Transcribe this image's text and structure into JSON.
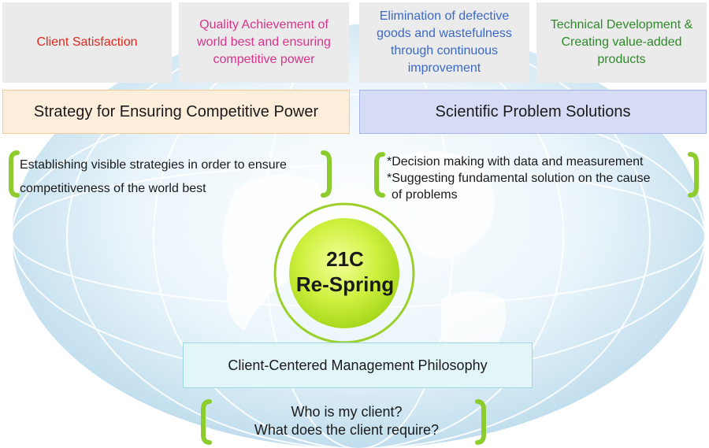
{
  "goals": [
    {
      "label": "Client Satisfaction",
      "color": "#e0281e"
    },
    {
      "label": "Quality Achievement of world best and ensuring competitive power",
      "color": "#d6338a"
    },
    {
      "label": "Elimination of defective goods and wastefulness through continuous improvement",
      "color": "#3a68c8"
    },
    {
      "label": "Technical Development & Creating value-added products",
      "color": "#2f8a2a"
    }
  ],
  "strategy": {
    "title": "Strategy for Ensuring Competitive Power",
    "line1": "Establishing visible strategies in order to ensure",
    "line2": "competitiveness of the world best"
  },
  "scientific": {
    "title": "Scientific Problem Solutions",
    "line1": "*Decision making with data and measurement",
    "line2": "*Suggesting fundamental solution on the cause",
    "line3": "of problems"
  },
  "center": {
    "line1": "21C",
    "line2": "Re-Spring"
  },
  "philosophy": {
    "title": "Client-Centered Management Philosophy",
    "q1": "Who is my client?",
    "q2": "What does the client require?"
  },
  "colors": {
    "strategy_band": "#fdeedb",
    "scientific_band": "#d6dcf6",
    "bracket": "#8ccc2c"
  }
}
